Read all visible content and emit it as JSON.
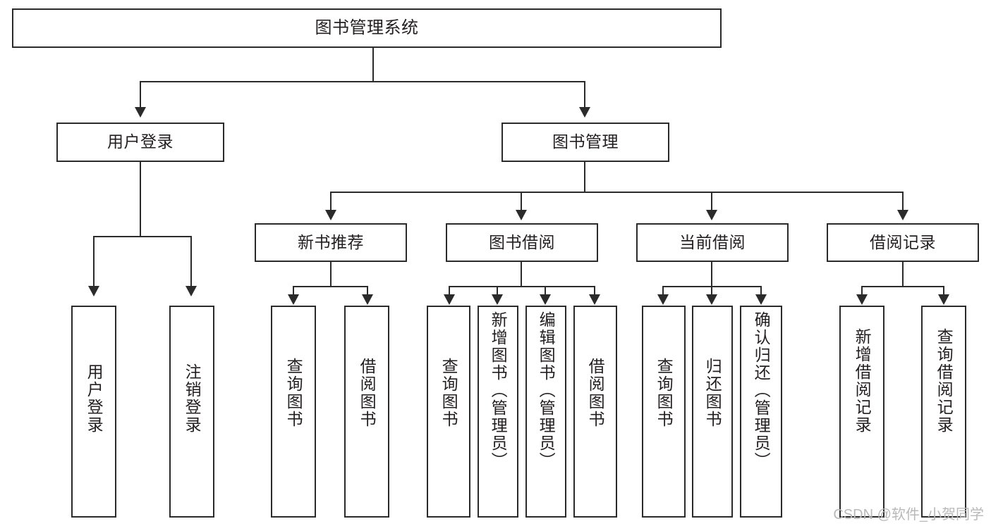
{
  "diagram": {
    "title": "图书管理系统",
    "type": "hierarchy-tree",
    "root": {
      "id": "root",
      "label": "图书管理系统"
    },
    "level1": [
      {
        "id": "user-login",
        "label": "用户登录"
      },
      {
        "id": "book-manage",
        "label": "图书管理"
      }
    ],
    "level2": [
      {
        "id": "new-book-recommend",
        "label": "新书推荐",
        "parent": "book-manage"
      },
      {
        "id": "book-borrow",
        "label": "图书借阅",
        "parent": "book-manage"
      },
      {
        "id": "current-borrow",
        "label": "当前借阅",
        "parent": "book-manage"
      },
      {
        "id": "borrow-record",
        "label": "借阅记录",
        "parent": "book-manage"
      }
    ],
    "leaves": [
      {
        "id": "leaf-user-login",
        "label": "用户登录",
        "parent": "user-login"
      },
      {
        "id": "leaf-user-logout",
        "label": "注销登录",
        "parent": "user-login"
      },
      {
        "id": "leaf-query-book-1",
        "label": "查询图书",
        "parent": "new-book-recommend"
      },
      {
        "id": "leaf-borrow-book-1",
        "label": "借阅图书",
        "parent": "new-book-recommend"
      },
      {
        "id": "leaf-query-book-2",
        "label": "查询图书",
        "parent": "book-borrow"
      },
      {
        "id": "leaf-add-book",
        "label": "新增图书（管理员）",
        "parent": "book-borrow"
      },
      {
        "id": "leaf-edit-book",
        "label": "编辑图书（管理员）",
        "parent": "book-borrow"
      },
      {
        "id": "leaf-borrow-book-2",
        "label": "借阅图书",
        "parent": "book-borrow"
      },
      {
        "id": "leaf-query-book-3",
        "label": "查询图书",
        "parent": "current-borrow"
      },
      {
        "id": "leaf-return-book",
        "label": "归还图书",
        "parent": "current-borrow"
      },
      {
        "id": "leaf-confirm-return",
        "label": "确认归还（管理员）",
        "parent": "current-borrow"
      },
      {
        "id": "leaf-add-record",
        "label": "新增借阅记录",
        "parent": "borrow-record"
      },
      {
        "id": "leaf-query-record",
        "label": "查询借阅记录",
        "parent": "borrow-record"
      }
    ],
    "watermark": "CSDN @软件_小贺同学",
    "colors": {
      "border": "#2b2b2b",
      "background": "#ffffff",
      "text": "#231f20",
      "watermark": "#b9b9b9"
    }
  }
}
